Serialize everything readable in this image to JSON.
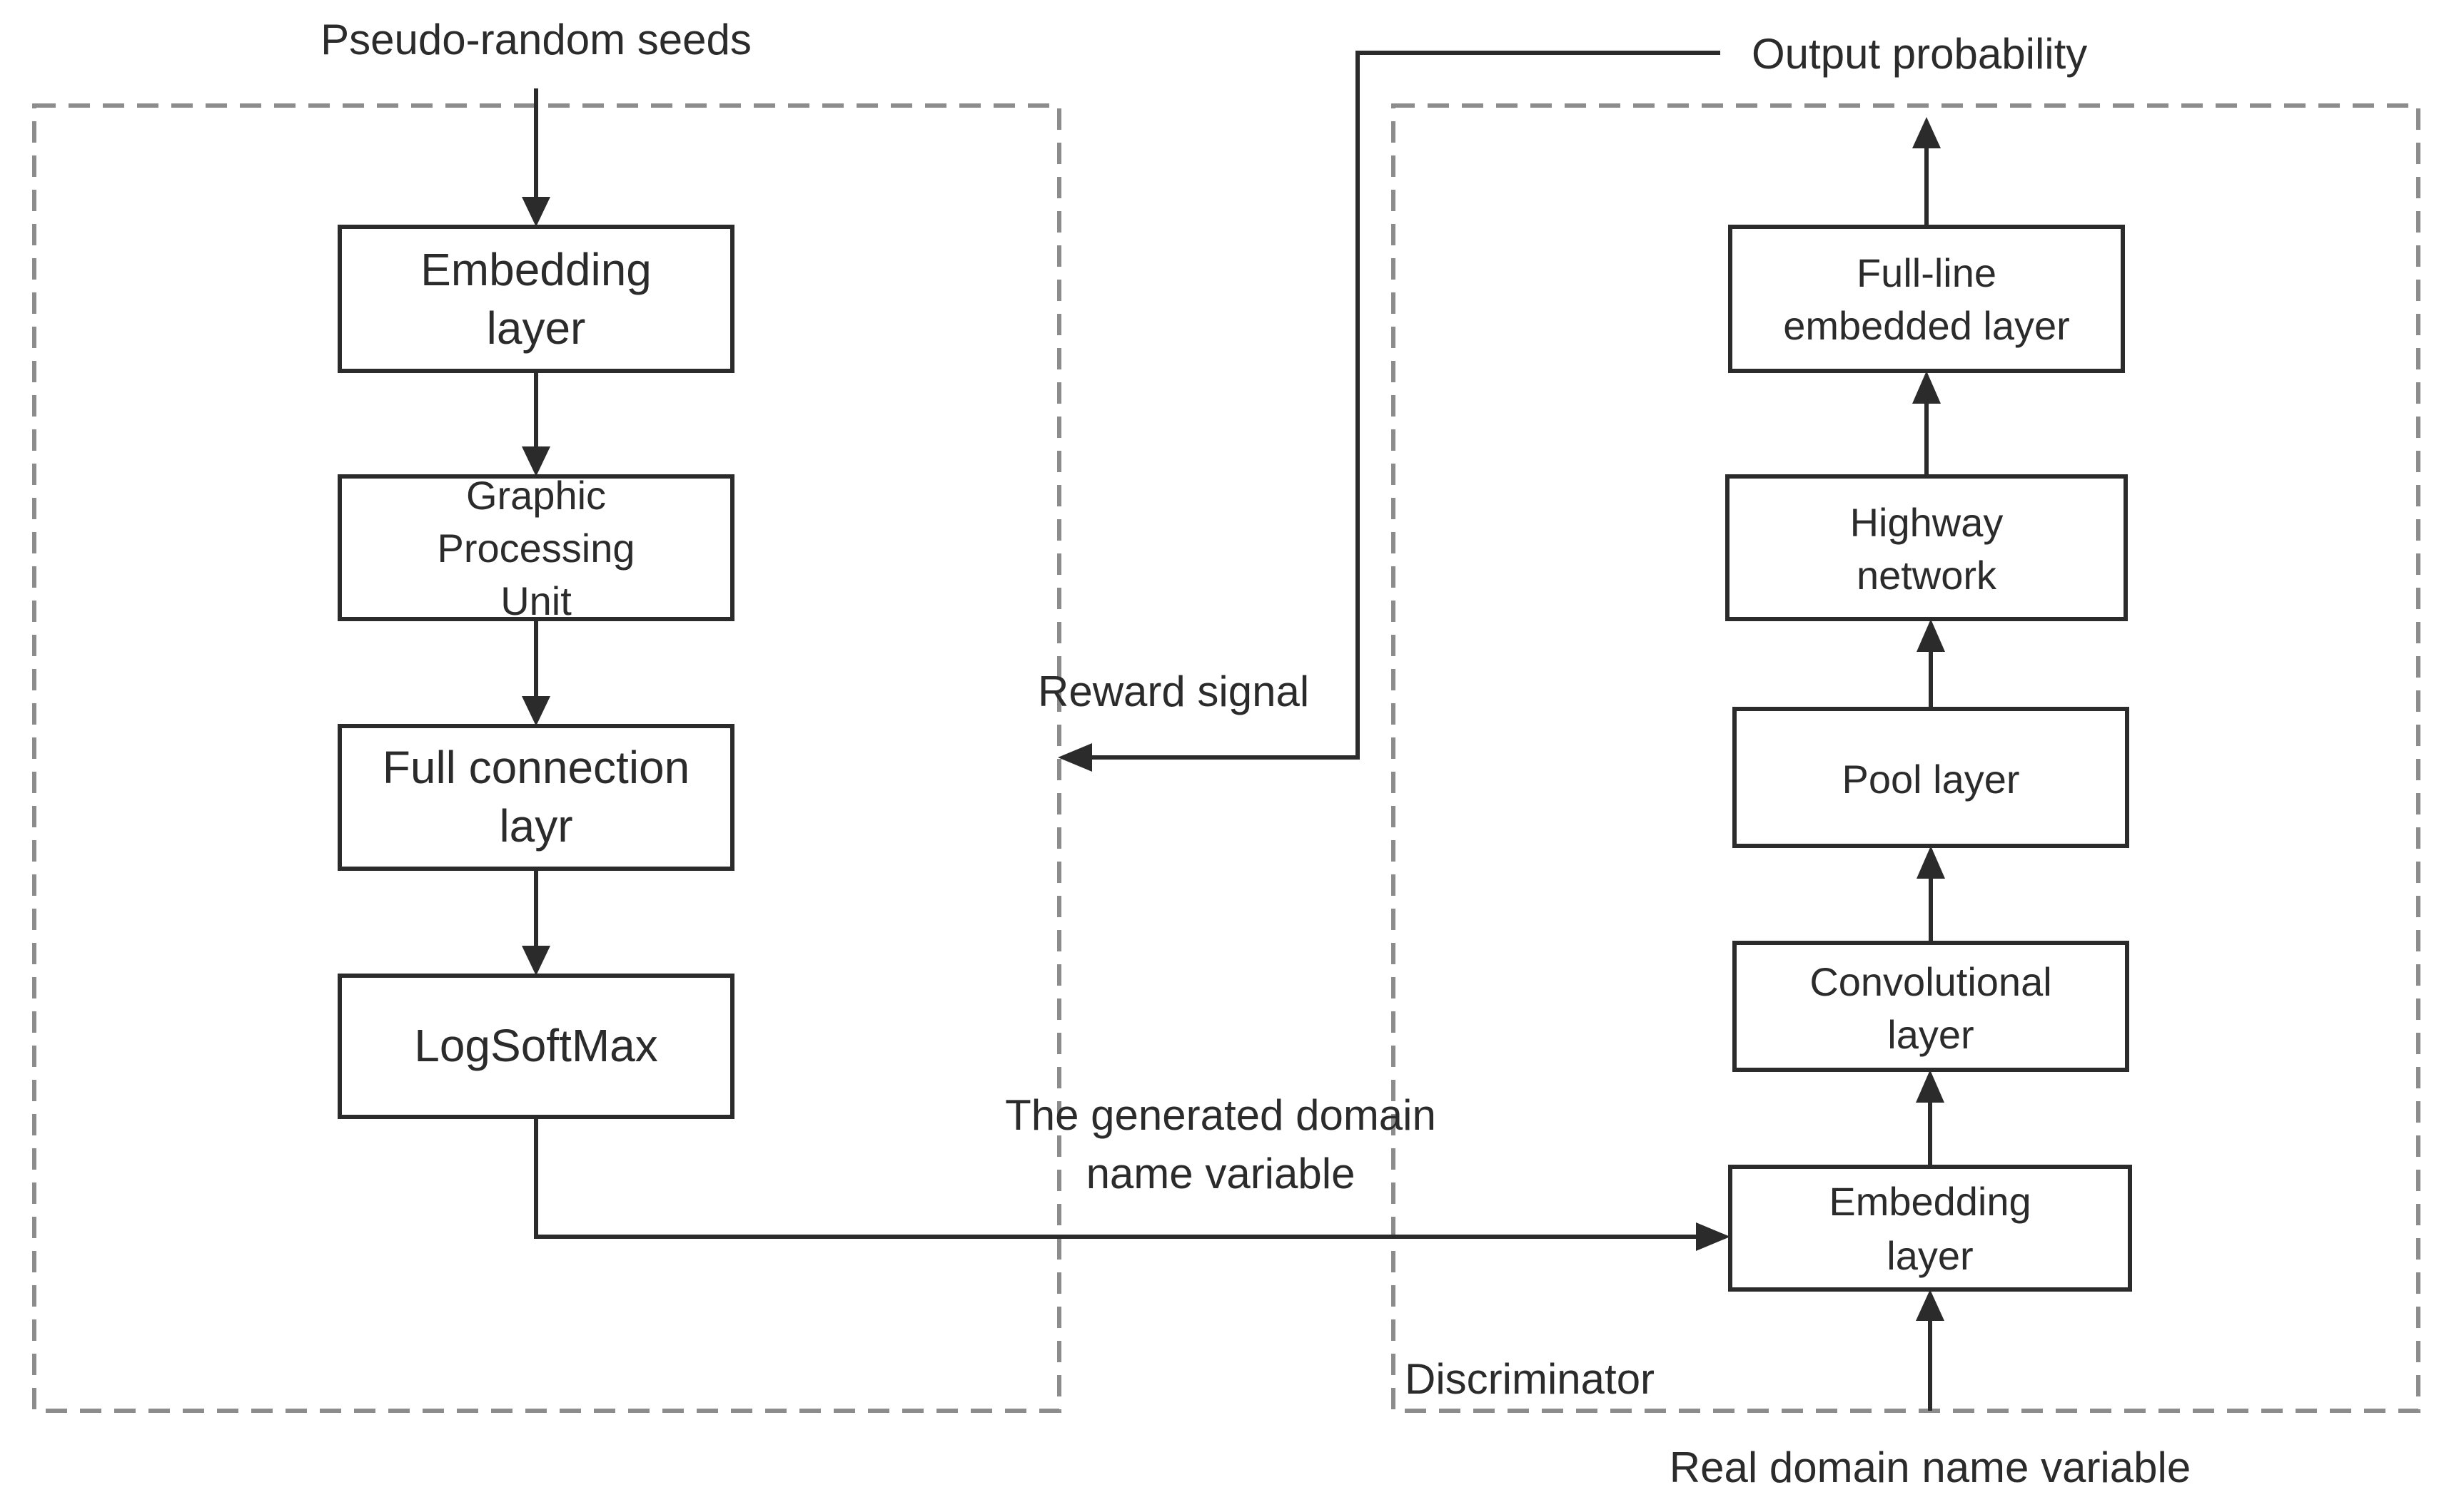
{
  "generator": {
    "input_label": "Pseudo-random seeds",
    "blocks": [
      {
        "lines": [
          "Embedding",
          "layer"
        ]
      },
      {
        "lines": [
          "Graphic",
          "Processing",
          "Unit"
        ]
      },
      {
        "lines": [
          "Full connection",
          "layr"
        ]
      },
      {
        "lines": [
          "LogSoftMax"
        ]
      }
    ]
  },
  "discriminator": {
    "frame_label": "Discriminator",
    "input_label": "Real domain name variable",
    "output_label": "Output probability",
    "blocks": [
      {
        "lines": [
          "Full-line",
          "embedded layer"
        ]
      },
      {
        "lines": [
          "Highway",
          "network"
        ]
      },
      {
        "lines": [
          "Pool layer"
        ]
      },
      {
        "lines": [
          "Convolutional",
          "layer"
        ]
      },
      {
        "lines": [
          "Embedding",
          "layer"
        ]
      }
    ]
  },
  "connectors": {
    "reward_label": "Reward signal",
    "generated_label": [
      "The generated domain",
      "name variable"
    ]
  }
}
